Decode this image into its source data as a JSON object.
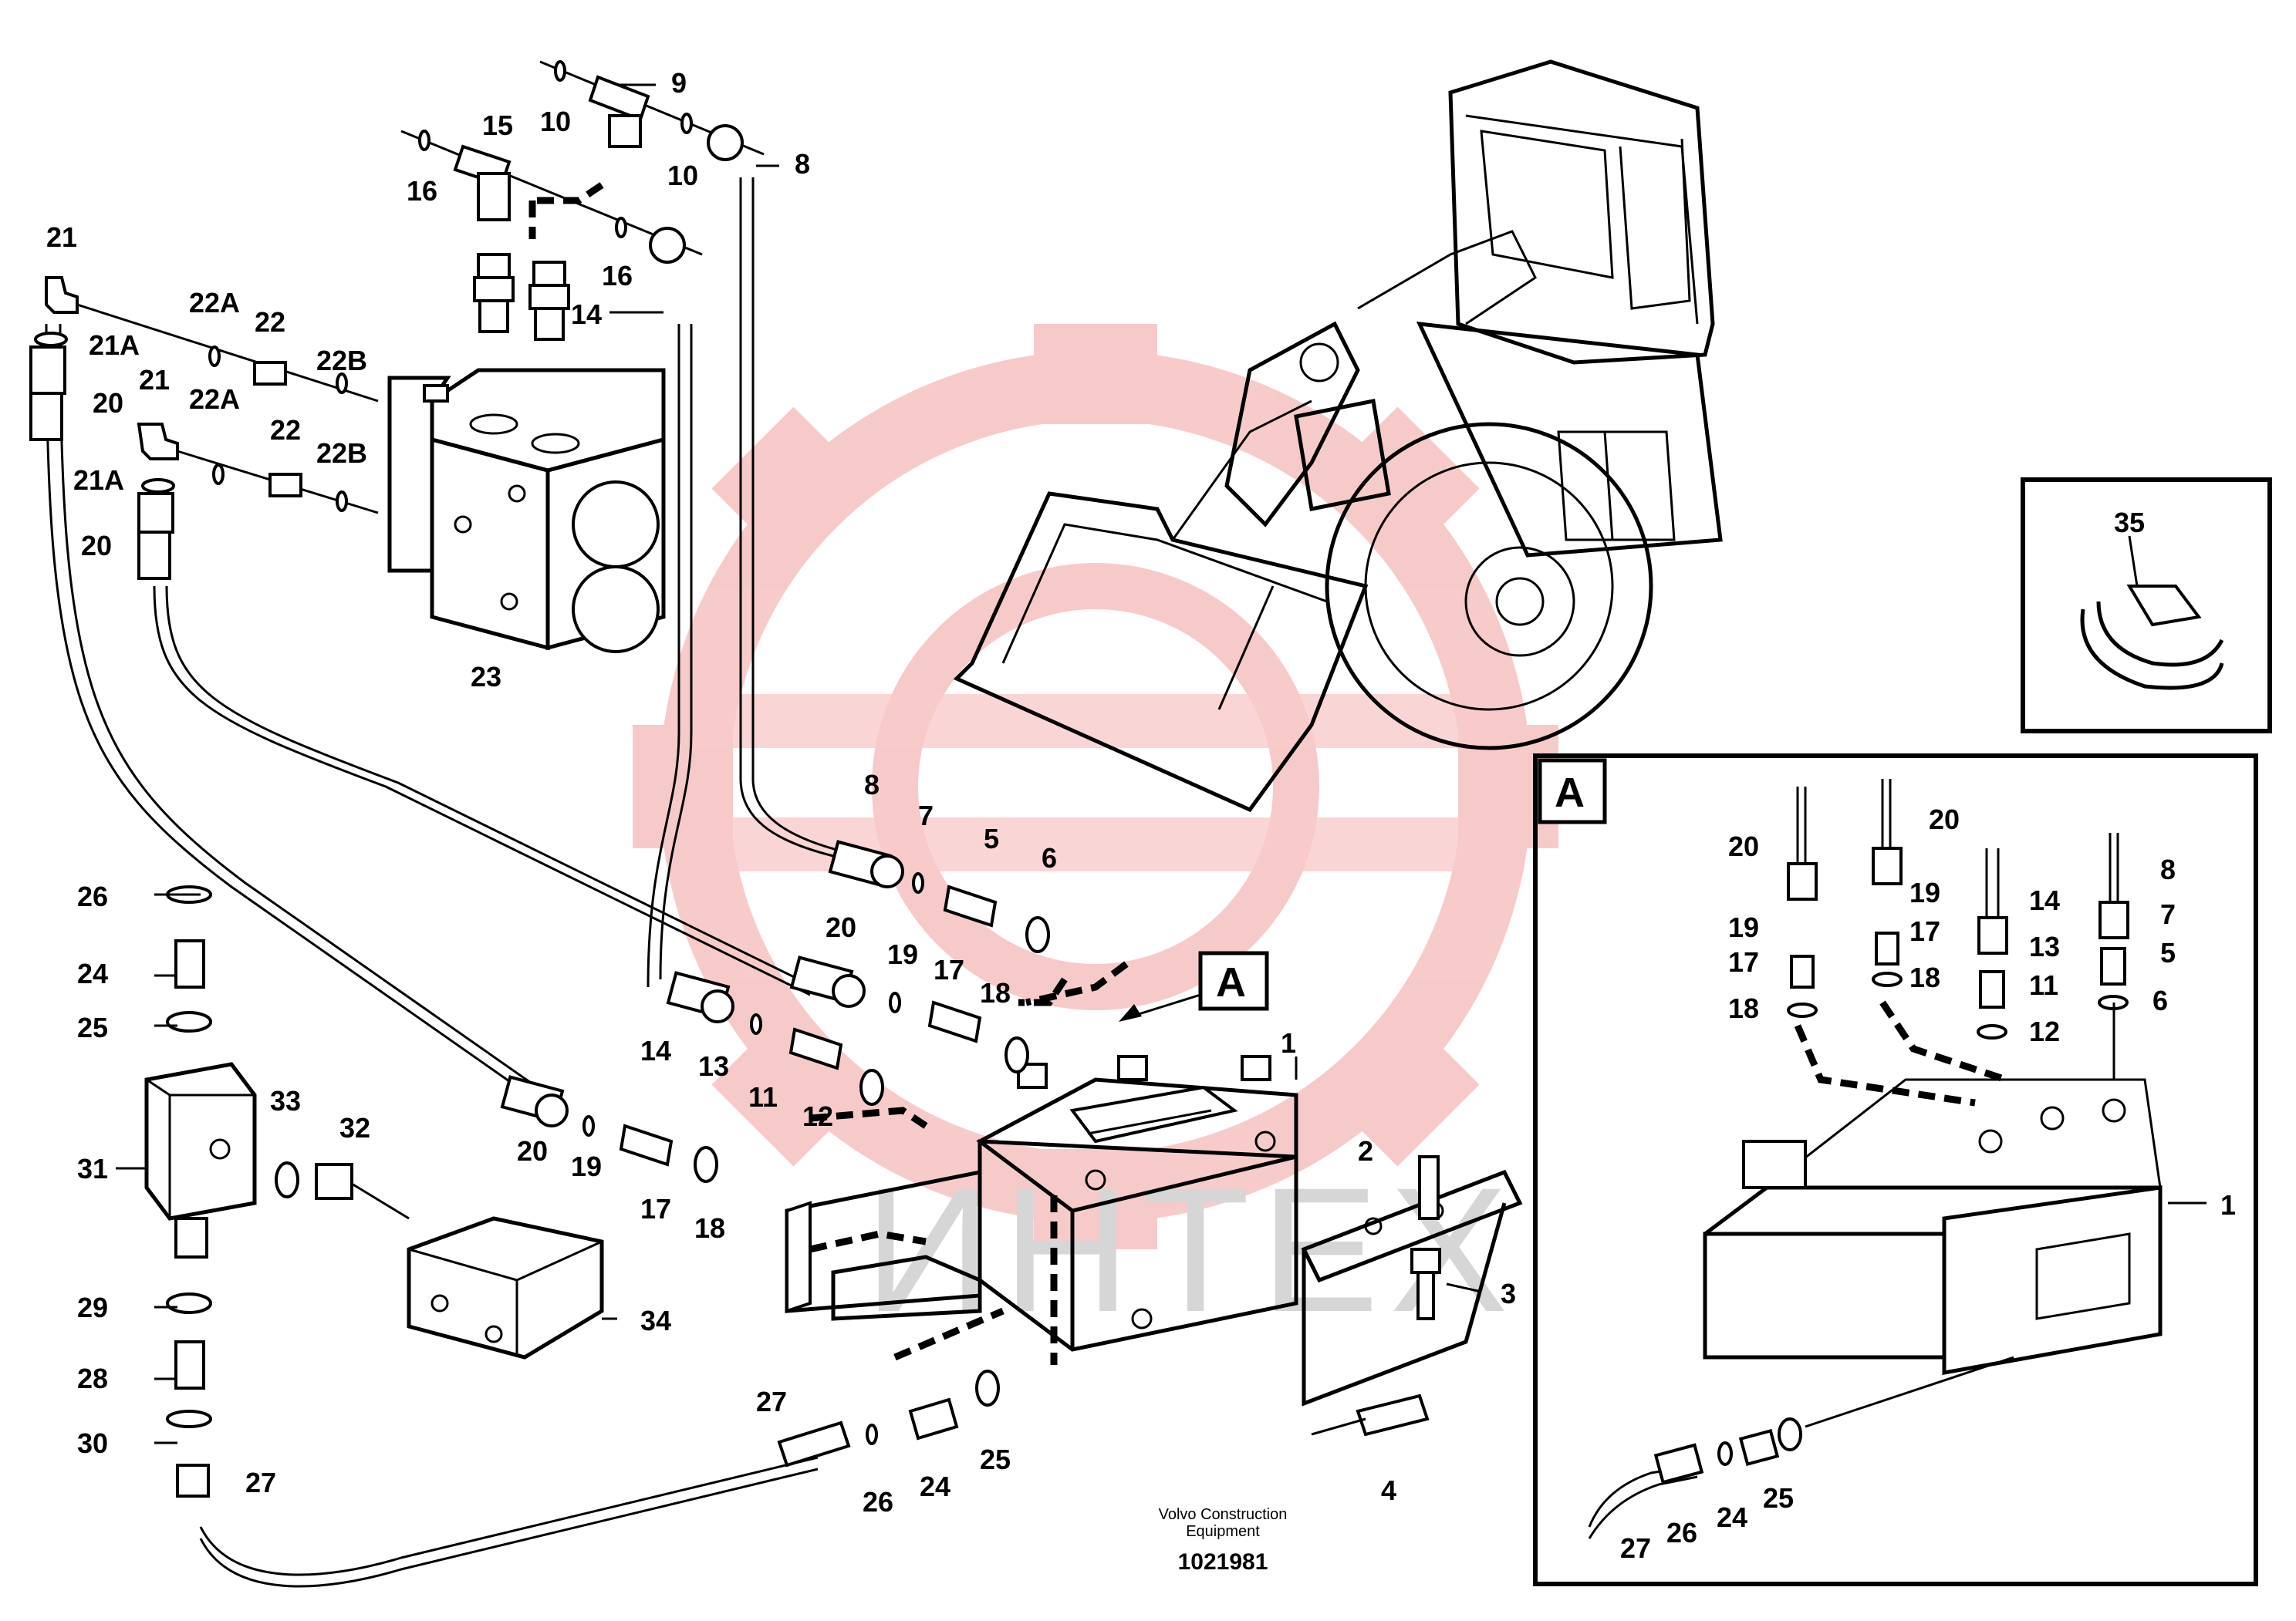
{
  "watermark": {
    "text": "ИНТЕХ",
    "color": "#f2b9b9"
  },
  "footer": {
    "line1": "Volvo Construction",
    "line2": "Equipment",
    "number": "1021981"
  },
  "detail_a": {
    "label": "A"
  },
  "callout_a": {
    "label": "A"
  },
  "inset_35": {
    "label": "35"
  },
  "labels": {
    "l9": "9",
    "l10a": "10",
    "l10b": "10",
    "l8a": "8",
    "l15": "15",
    "l16a": "16",
    "l16b": "16",
    "l14a": "14",
    "l21a": "21",
    "l21b": "21",
    "l21Aa": "21A",
    "l21Ab": "21A",
    "l20a": "20",
    "l20b": "20",
    "l22Aa": "22A",
    "l22Ab": "22A",
    "l22a": "22",
    "l22b": "22",
    "l22Ba": "22B",
    "l22Bb": "22B",
    "l23": "23",
    "l8b": "8",
    "l7a": "7",
    "l5a": "5",
    "l6a": "6",
    "l20c": "20",
    "l19a": "19",
    "l17a": "17",
    "l18a": "18",
    "l14b": "14",
    "l13a": "13",
    "l11a": "11",
    "l12a": "12",
    "l20d": "20",
    "l19b": "19",
    "l17b": "17",
    "l18b": "18",
    "l1a": "1",
    "l2": "2",
    "l3": "3",
    "l4": "4",
    "l26a": "26",
    "l24a": "24",
    "l25a": "25",
    "l31": "31",
    "l33": "33",
    "l32": "32",
    "l34": "34",
    "l29": "29",
    "l28": "28",
    "l30": "30",
    "l27a": "27",
    "l27b": "27",
    "l26b": "26",
    "l24b": "24",
    "l25b": "25",
    "d20a": "20",
    "d20b": "20",
    "d19a": "19",
    "d19b": "19",
    "d17a": "17",
    "d17b": "17",
    "d18a": "18",
    "d18b": "18",
    "d14": "14",
    "d13": "13",
    "d11": "11",
    "d12": "12",
    "d8": "8",
    "d7": "7",
    "d5": "5",
    "d6": "6",
    "d1": "1",
    "d27": "27",
    "d26": "26",
    "d24": "24",
    "d25": "25"
  }
}
